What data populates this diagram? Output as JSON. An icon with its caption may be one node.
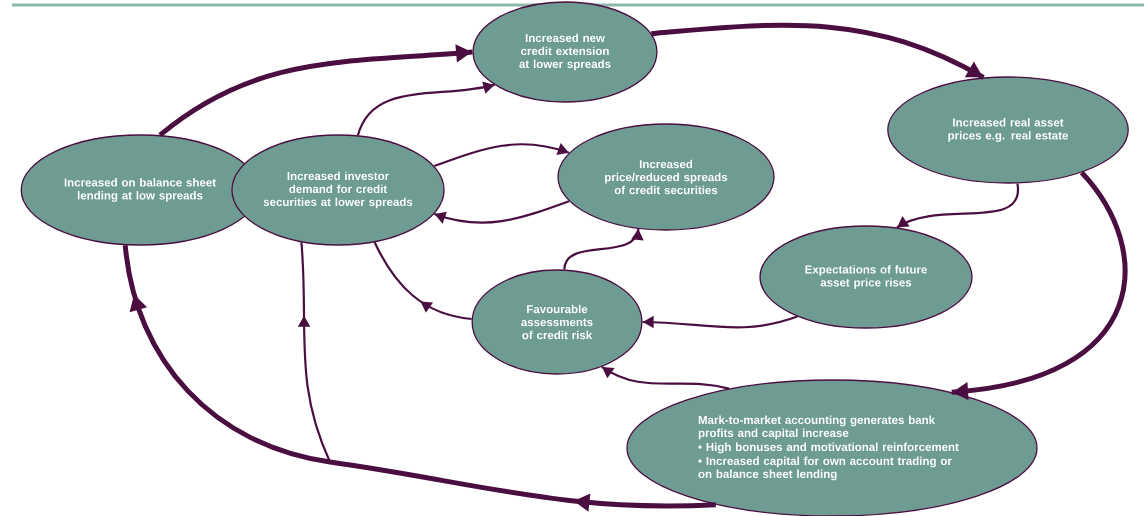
{
  "diagram": {
    "nodes": [
      {
        "text": [
          "Increased on balance sheet lending at low spreads"
        ]
      },
      {
        "text": [
          "Increased new credit extension at lower spreads"
        ]
      },
      {
        "text": [
          "Increased real asset prices e.g. real estate"
        ]
      },
      {
        "text": [
          "Increased investor demand for credit securities at lower spreads"
        ]
      },
      {
        "text": [
          "Increased price/reduced spreads of credit securities"
        ]
      },
      {
        "text": [
          "Expectations of future asset price rises"
        ]
      },
      {
        "text": [
          "Favourable assessments of credit risk"
        ]
      },
      {
        "text": [
          "Mark-to-market accounting generates bank profits and capital increase",
          "• High bonuses and motivational reinforcement",
          "• Increased capital for own account trading or on balance sheet lending"
        ]
      }
    ],
    "edges": [
      {
        "from": 0,
        "to": 1,
        "arrow": "to",
        "style": "thick"
      },
      {
        "from": 1,
        "to": 2,
        "arrow": "to",
        "style": "thick"
      },
      {
        "from": 2,
        "to": 7,
        "arrow": "to",
        "style": "thick"
      },
      {
        "from": 7,
        "to": 0,
        "arrow": "to",
        "style": "thick"
      },
      {
        "from": 7,
        "to": 3,
        "arrow": "to"
      },
      {
        "from": 3,
        "to": 1,
        "arrow": "to"
      },
      {
        "from": 2,
        "to": 5,
        "arrow": "to"
      },
      {
        "from": 5,
        "to": 6,
        "arrow": "to"
      },
      {
        "from": 6,
        "to": 4,
        "arrow": "to"
      },
      {
        "from": 6,
        "to": 3,
        "arrow": "to"
      },
      {
        "from": 7,
        "to": 6,
        "arrow": "to"
      },
      {
        "from": 3,
        "to": 4,
        "arrow": "to"
      },
      {
        "from": 4,
        "to": 3,
        "arrow": "to"
      }
    ]
  }
}
